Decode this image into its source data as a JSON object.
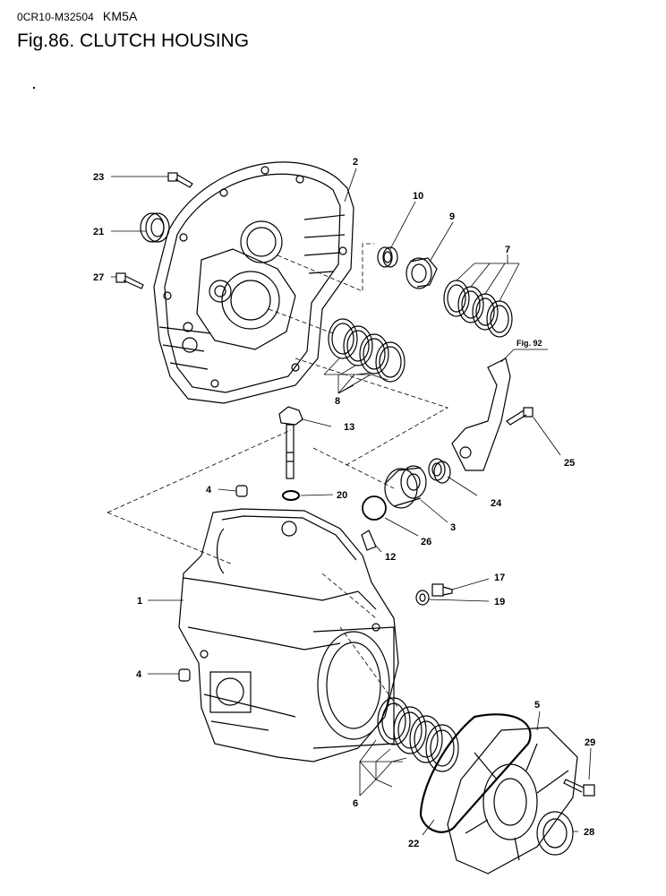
{
  "header": {
    "doc_code": "0CR10-M32504",
    "model": "KM5A",
    "title": "Fig.86.  CLUTCH HOUSING"
  },
  "diagram": {
    "ref_figure": "Fig. 92",
    "part_labels": [
      "1",
      "2",
      "3",
      "4",
      "4",
      "5",
      "6",
      "7",
      "8",
      "9",
      "10",
      "12",
      "13",
      "17",
      "19",
      "20",
      "21",
      "22",
      "23",
      "24",
      "25",
      "26",
      "27",
      "28",
      "29"
    ]
  }
}
